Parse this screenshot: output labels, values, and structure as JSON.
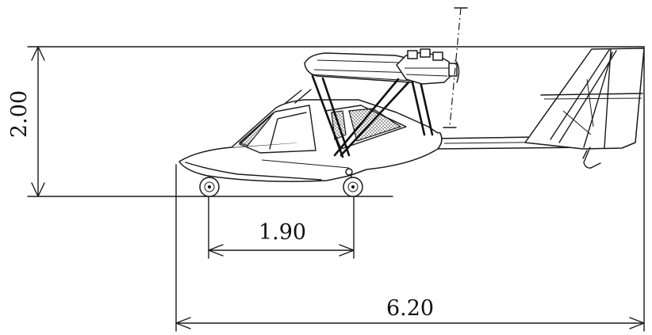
{
  "dimensions": {
    "height_label": "2.00",
    "wheelbase_label": "1.90",
    "length_label": "6.20"
  }
}
